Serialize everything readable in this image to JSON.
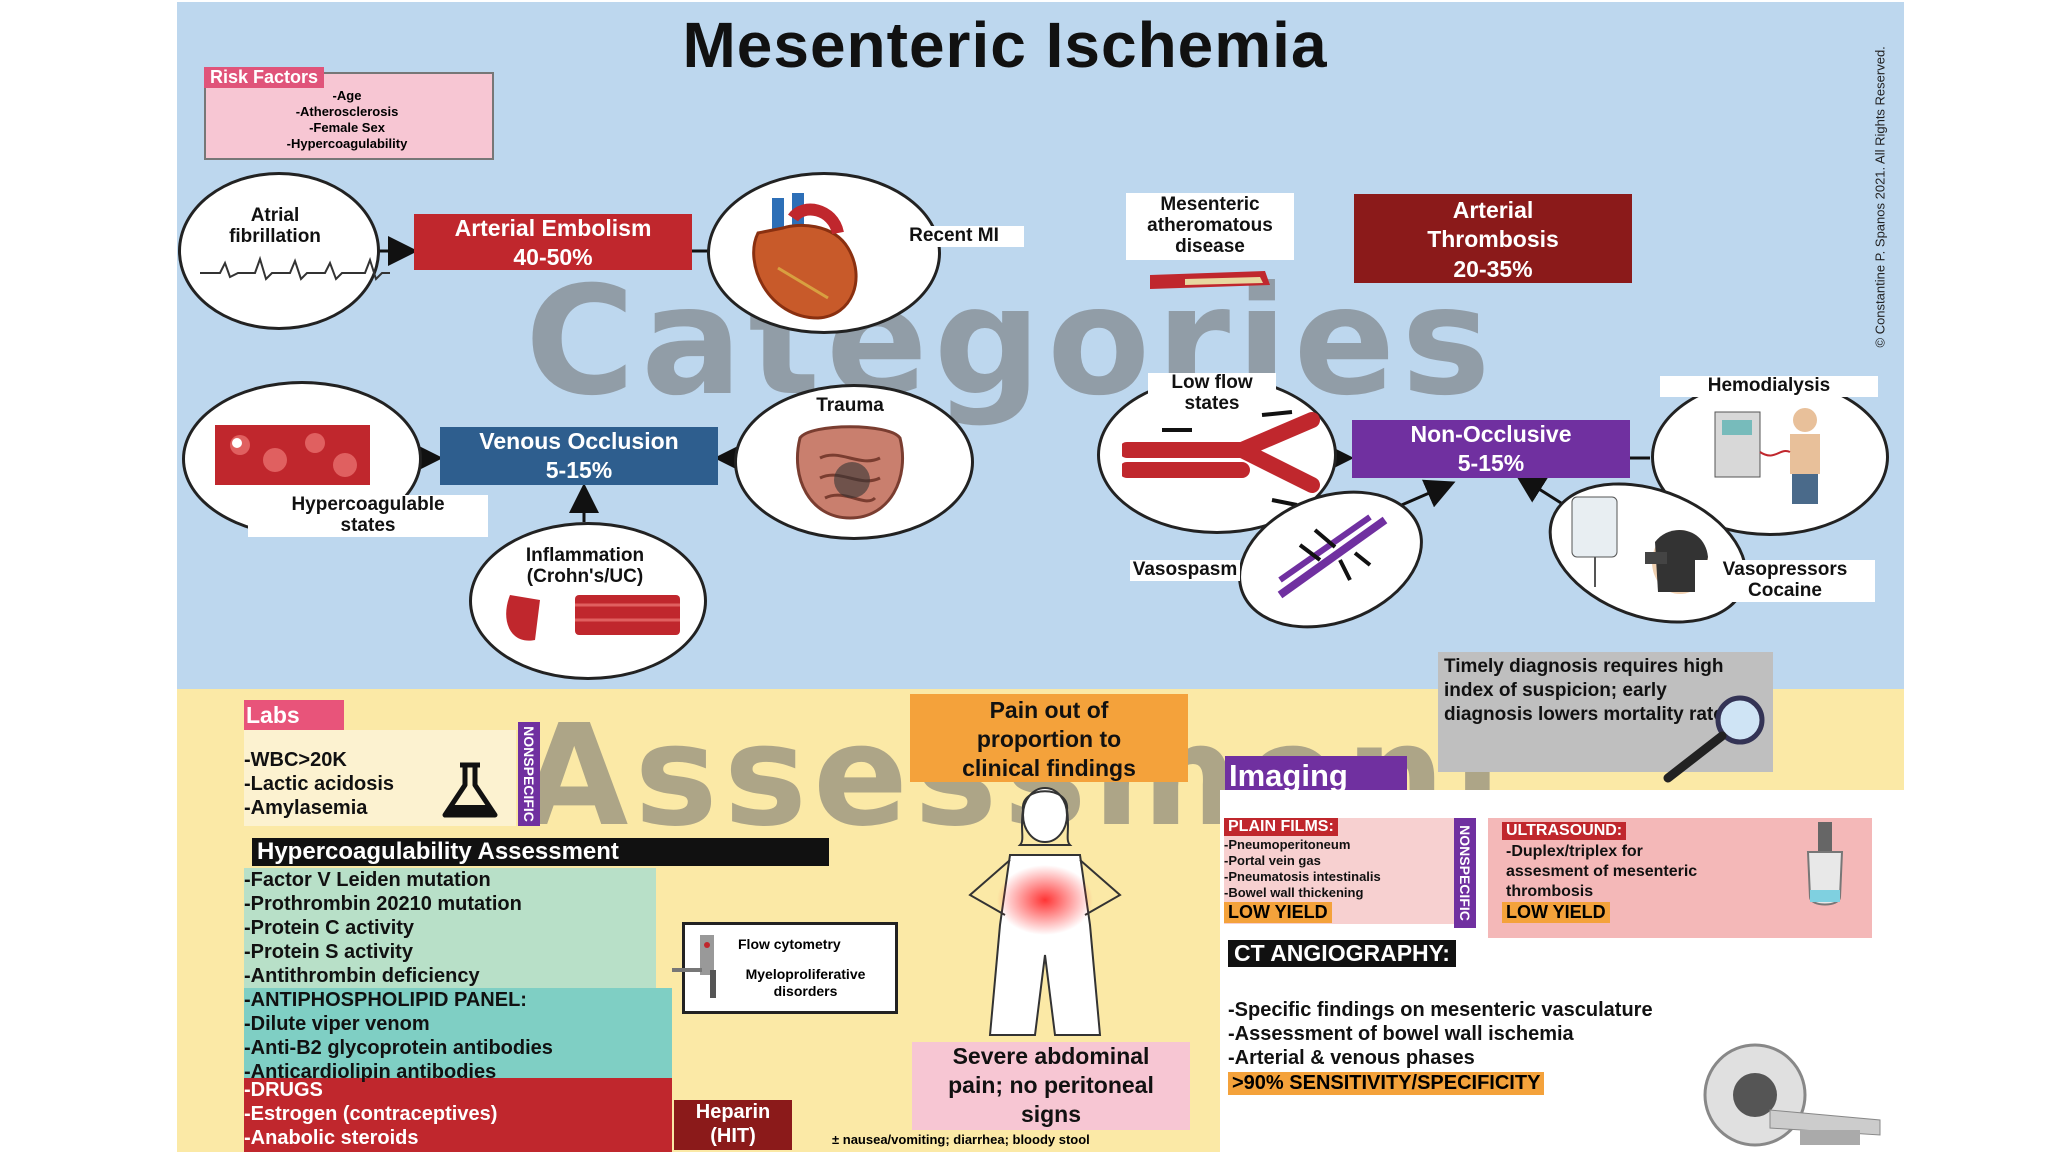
{
  "title": "Mesenteric Ischemia",
  "copyright": "© Constantine P. Spanos 2021. All Rights Reserved.",
  "watermarks": {
    "categories": "Categories",
    "assessment": "Assessment"
  },
  "risk_factors": {
    "heading": "Risk Factors",
    "items": [
      "-Age",
      "-Atherosclerosis",
      "-Female Sex",
      "-Hypercoagulability"
    ]
  },
  "arterial_embolism": {
    "line1": "Arterial Embolism",
    "line2": "40-50%",
    "causes": {
      "afib_line1": "Atrial",
      "afib_line2": "fibrillation",
      "recent_mi": "Recent MI"
    }
  },
  "arterial_thrombosis": {
    "line1": "Arterial",
    "line2": "Thrombosis",
    "line3": "20-35%",
    "cause_line1": "Mesenteric",
    "cause_line2": "atheromatous",
    "cause_line3": "disease"
  },
  "venous_occlusion": {
    "line1": "Venous Occlusion",
    "line2": "5-15%",
    "hyper_line1": "Hypercoagulable",
    "hyper_line2": "states",
    "trauma": "Trauma",
    "inflam_line1": "Inflammation",
    "inflam_line2": "(Crohn's/UC)"
  },
  "non_occlusive": {
    "line1": "Non-Occlusive",
    "line2": "5-15%",
    "lowflow_line1": "Low flow",
    "lowflow_line2": "states",
    "hemodialysis": "Hemodialysis",
    "vasospasm": "Vasospasm",
    "vaso_line1": "Vasopressors",
    "vaso_line2": "Cocaine"
  },
  "timely": "Timely diagnosis requires high index of suspicion; early diagnosis lowers mortality rates",
  "labs": {
    "heading": "Labs",
    "items": [
      "-WBC>20K",
      "-Lactic acidosis",
      "-Amylasemia"
    ],
    "tag": "NONSPECIFIC"
  },
  "pain_box": {
    "line1": "Pain out of",
    "line2": "proportion to",
    "line3": "clinical findings"
  },
  "hypercoag": {
    "heading": "Hypercoagulability Assessment",
    "items": [
      "-Factor V Leiden mutation",
      "-Prothrombin 20210 mutation",
      "-Protein C activity",
      "-Protein S activity",
      "-Antithrombin deficiency"
    ],
    "antiphospholipid_heading": "-ANTIPHOSPHOLIPID PANEL:",
    "antiphospholipid_items": [
      "-Dilute viper venom",
      "-Anti-B2 glycoprotein antibodies",
      "-Anticardiolipin antibodies"
    ],
    "drugs_heading": "-DRUGS",
    "drugs_items": [
      "-Estrogen (contraceptives)",
      "-Anabolic steroids"
    ],
    "heparin_line1": "Heparin",
    "heparin_line2": "(HIT)",
    "flow_cytometry": "Flow cytometry",
    "myelo_line1": "Myeloproliferative",
    "myelo_line2": "disorders"
  },
  "severe_box": {
    "line1": "Severe abdominal",
    "line2": "pain; no peritoneal",
    "line3": "signs"
  },
  "symptoms_note": "± nausea/vomiting; diarrhea; bloody stool",
  "imaging": {
    "heading": "Imaging",
    "plain_films_heading": "PLAIN FILMS:",
    "plain_films_items": [
      "-Pneumoperitoneum",
      "-Portal vein gas",
      "-Pneumatosis intestinalis",
      "-Bowel wall thickening"
    ],
    "plain_films_yield": "LOW YIELD",
    "tag": "NONSPECIFIC",
    "ultrasound_heading": "ULTRASOUND:",
    "ultrasound_line1": "-Duplex/triplex for",
    "ultrasound_line2": "assesment of mesenteric",
    "ultrasound_line3": "thrombosis",
    "ultrasound_yield": "LOW YIELD",
    "cta_heading": "CT ANGIOGRAPHY:",
    "cta_items": [
      "-Specific findings on mesenteric vasculature",
      "-Assessment of bowel wall ischemia",
      "-Arterial & venous phases"
    ],
    "cta_highlight": ">90% SENSITIVITY/SPECIFICITY"
  },
  "colors": {
    "sky": "#bdd7ee",
    "sand": "#fbe9a6",
    "red": "#c0272d",
    "darkred": "#8b1a1a",
    "blue": "#2e5e8e",
    "purple": "#7030a0",
    "orange": "#f4a23b",
    "pink": "#f7c6d3"
  }
}
